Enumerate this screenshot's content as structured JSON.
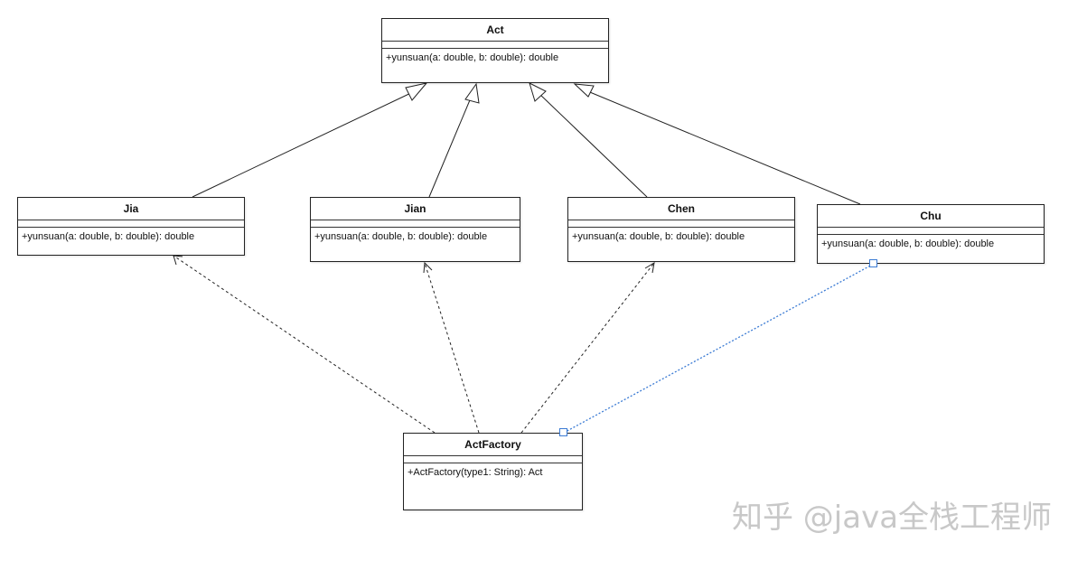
{
  "diagram": {
    "classes": [
      {
        "id": "act",
        "name": "Act",
        "operations": [
          "+yunsuan(a: double, b: double): double"
        ]
      },
      {
        "id": "jia",
        "name": "Jia",
        "operations": [
          "+yunsuan(a: double, b: double): double"
        ]
      },
      {
        "id": "jian",
        "name": "Jian",
        "operations": [
          "+yunsuan(a: double, b: double): double"
        ]
      },
      {
        "id": "chen",
        "name": "Chen",
        "operations": [
          "+yunsuan(a: double, b: double): double"
        ]
      },
      {
        "id": "chu",
        "name": "Chu",
        "operations": [
          "+yunsuan(a: double, b: double): double"
        ]
      },
      {
        "id": "factory",
        "name": "ActFactory",
        "operations": [
          "+ActFactory(type1: String): Act"
        ]
      }
    ],
    "relations": [
      {
        "type": "generalization",
        "from": "Jia",
        "to": "Act"
      },
      {
        "type": "generalization",
        "from": "Jian",
        "to": "Act"
      },
      {
        "type": "generalization",
        "from": "Chen",
        "to": "Act"
      },
      {
        "type": "generalization",
        "from": "Chu",
        "to": "Act"
      },
      {
        "type": "dependency",
        "from": "ActFactory",
        "to": "Jia"
      },
      {
        "type": "dependency",
        "from": "ActFactory",
        "to": "Jian"
      },
      {
        "type": "dependency",
        "from": "ActFactory",
        "to": "Chen"
      },
      {
        "type": "dependency",
        "from": "ActFactory",
        "to": "Chu",
        "selected": true
      }
    ],
    "colors": {
      "line": "#222222",
      "selection": "#3b7bd4",
      "watermark": "#c8c8c8"
    }
  },
  "watermark": {
    "text": "知乎 @java全栈工程师"
  }
}
